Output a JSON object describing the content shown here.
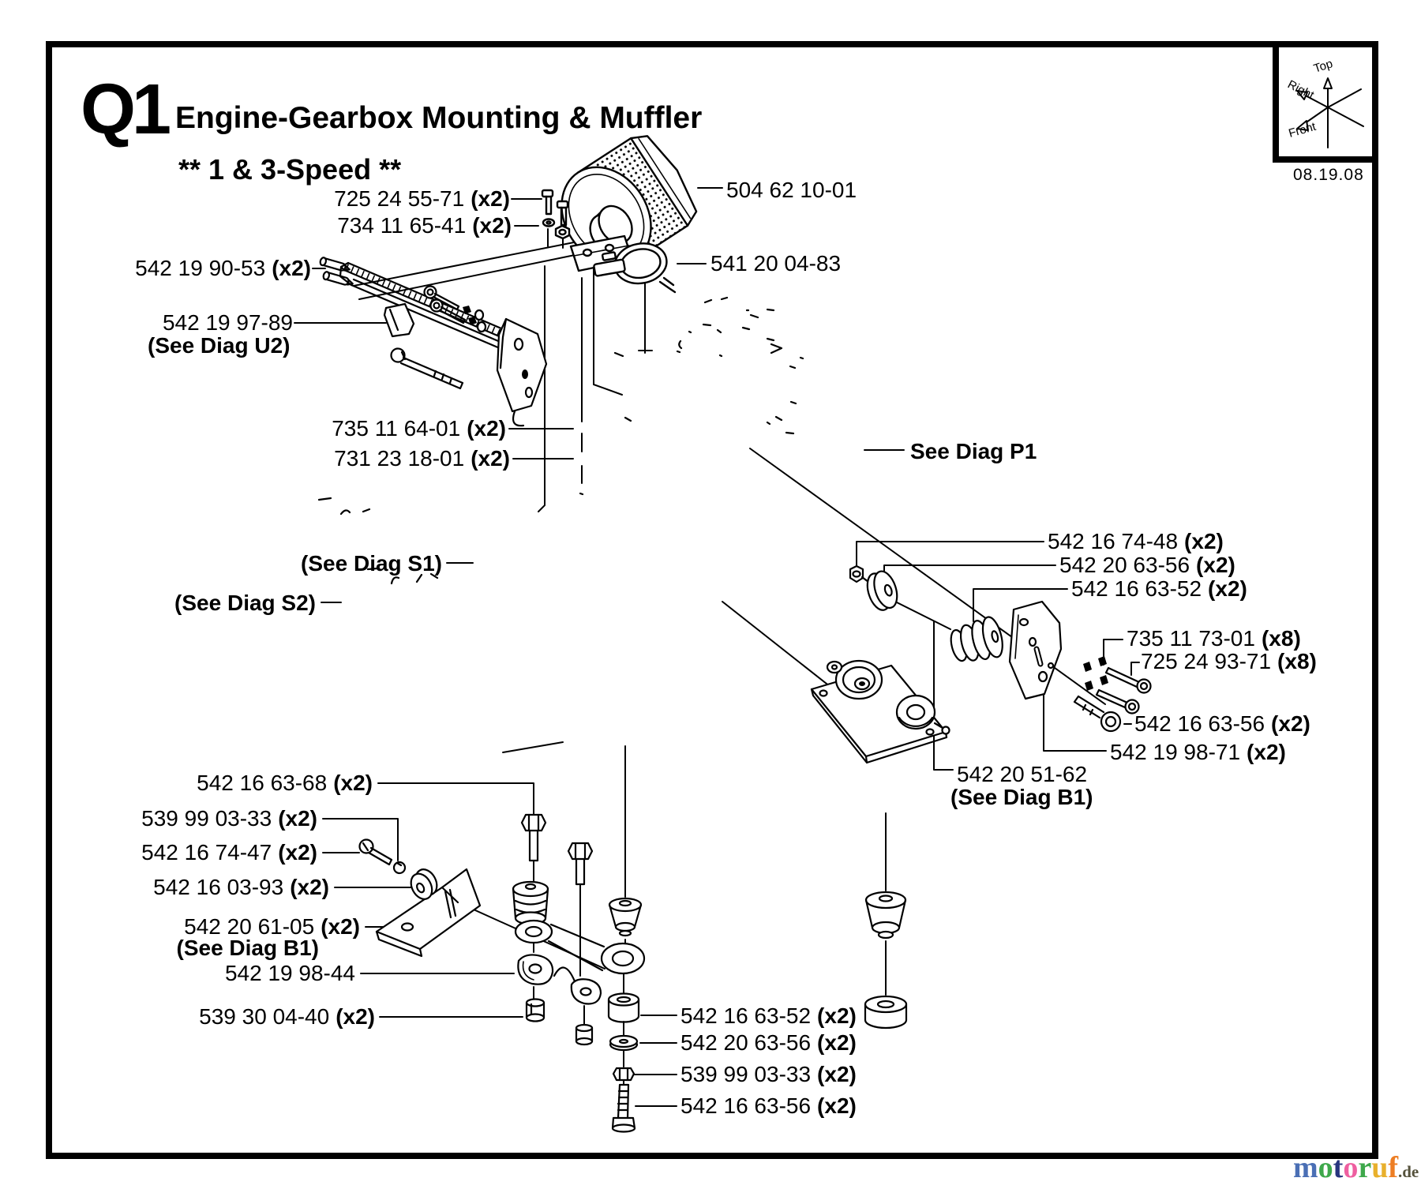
{
  "page": {
    "section_code": "Q1",
    "title": "Engine-Gearbox Mounting & Muffler",
    "subtitle": "** 1 & 3-Speed **",
    "date": "08.19.08",
    "orientation": {
      "top": "Top",
      "right": "Right",
      "front": "Front"
    },
    "watermark": {
      "letters": [
        {
          "ch": "m",
          "color": "#4a6fb5"
        },
        {
          "ch": "o",
          "color": "#3ea84b"
        },
        {
          "ch": "t",
          "color": "#27357e"
        },
        {
          "ch": "o",
          "color": "#ee5fa0"
        },
        {
          "ch": "r",
          "color": "#3ea84b"
        },
        {
          "ch": "u",
          "color": "#e8b02c"
        },
        {
          "ch": "f",
          "color": "#ed7d23"
        }
      ],
      "tld": ".de",
      "tld_color": "#55523c"
    }
  },
  "part_labels": [
    {
      "num": "725 24 55-71",
      "qty": "(x2)"
    },
    {
      "num": "734 11 65-41",
      "qty": "(x2)"
    },
    {
      "num": "504 62 10-01",
      "qty": ""
    },
    {
      "num": "542 19 90-53",
      "qty": "(x2)"
    },
    {
      "num": "541 20 04-83",
      "qty": ""
    },
    {
      "num": "542 19 97-89",
      "qty": ""
    },
    {
      "num": "(See Diag U2)",
      "qty": ""
    },
    {
      "num": "735 11 64-01",
      "qty": "(x2)"
    },
    {
      "num": "731 23 18-01",
      "qty": "(x2)"
    },
    {
      "num": "See Diag P1",
      "qty": ""
    },
    {
      "num": "(See Diag S1)",
      "qty": ""
    },
    {
      "num": "(See Diag S2)",
      "qty": ""
    },
    {
      "num": "542 16 74-48",
      "qty": "(x2)"
    },
    {
      "num": "542 20 63-56",
      "qty": "(x2)"
    },
    {
      "num": "542 16 63-52",
      "qty": "(x2)"
    },
    {
      "num": "735 11 73-01",
      "qty": "(x8)"
    },
    {
      "num": "725 24 93-71",
      "qty": "(x8)"
    },
    {
      "num": "542 16 63-56",
      "qty": "(x2)"
    },
    {
      "num": "542 19 98-71",
      "qty": "(x2)"
    },
    {
      "num": "542 20 51-62",
      "qty": ""
    },
    {
      "num": "(See Diag B1)",
      "qty": ""
    },
    {
      "num": "542 16 63-68",
      "qty": "(x2)"
    },
    {
      "num": "539 99 03-33",
      "qty": "(x2)"
    },
    {
      "num": "542 16 74-47",
      "qty": "(x2)"
    },
    {
      "num": "542 16 03-93",
      "qty": "(x2)"
    },
    {
      "num": "542 20 61-05",
      "qty": "(x2)"
    },
    {
      "num": "(See Diag B1)",
      "qty": ""
    },
    {
      "num": "542 19 98-44",
      "qty": ""
    },
    {
      "num": "539 30 04-40",
      "qty": "(x2)"
    },
    {
      "num": "542 16 63-52",
      "qty": "(x2)"
    },
    {
      "num": "542 20 63-56",
      "qty": "(x2)"
    },
    {
      "num": "539 99 03-33",
      "qty": "(x2)"
    },
    {
      "num": "542 16 63-56",
      "qty": "(x2)"
    }
  ]
}
